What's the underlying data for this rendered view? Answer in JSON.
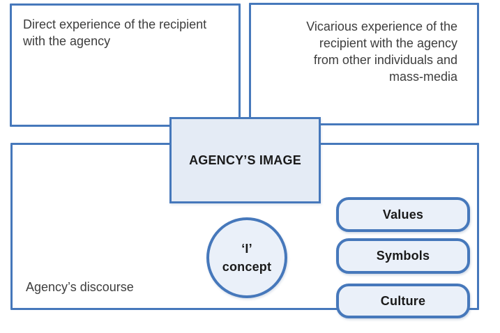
{
  "diagram": {
    "direct_experience": "Direct experience of the recipient with the agency",
    "vicarious_experience": "Vicarious experience of the recipient with the agency from other individuals and mass-media",
    "agency_image": "AGENCY’S IMAGE",
    "i_concept": {
      "line1": "‘I’",
      "line2": "concept"
    },
    "agency_discourse": "Agency’s discourse",
    "pills": [
      {
        "label": "Values"
      },
      {
        "label": "Symbols"
      },
      {
        "label": "Culture"
      }
    ],
    "colors": {
      "border": "#4678bb",
      "fill_light": "#eaf0f9",
      "fill_center": "#e4ebf5",
      "text": "#3d3d3d",
      "text_dark": "#1a1a1a"
    }
  }
}
